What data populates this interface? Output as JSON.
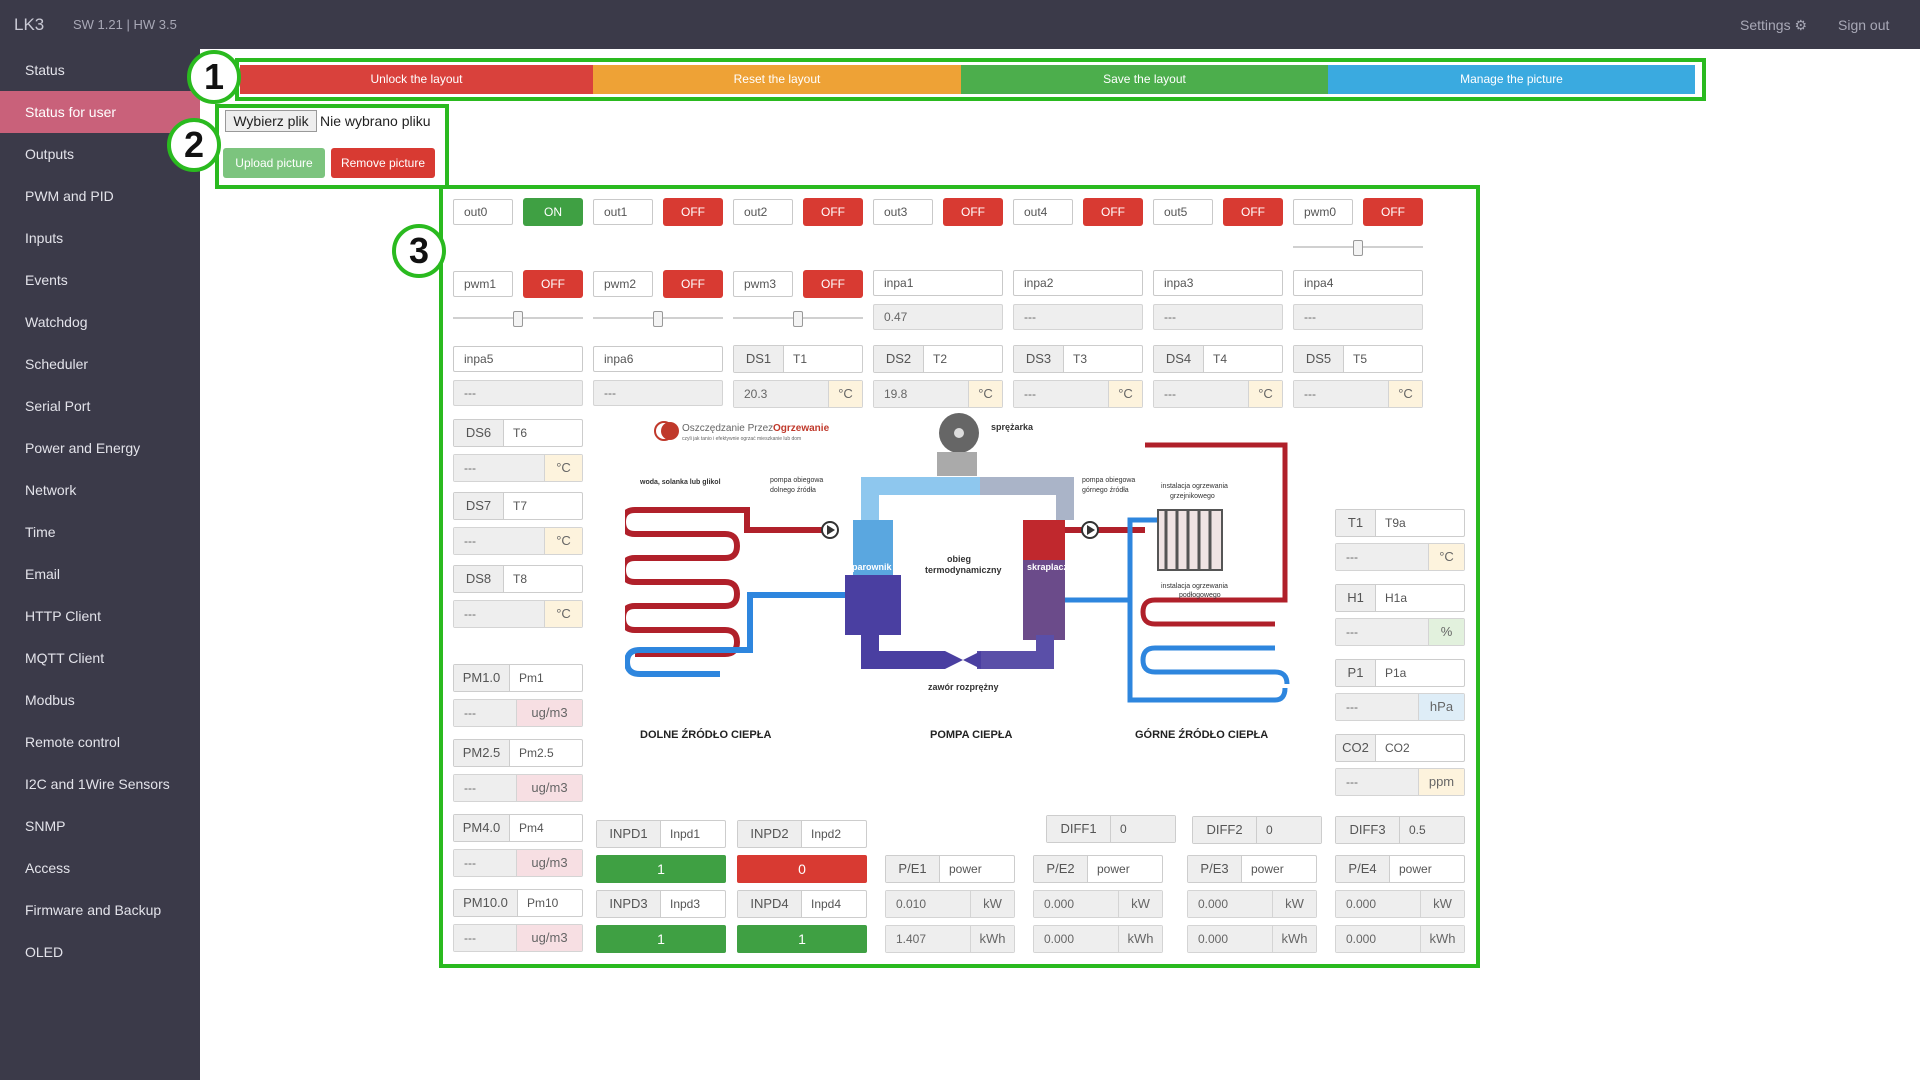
{
  "header": {
    "brand": "LK3",
    "version": "SW 1.21 | HW 3.5",
    "settings": "Settings",
    "signout": "Sign out"
  },
  "sidebar": {
    "items": [
      {
        "label": "Status"
      },
      {
        "label": "Status for user"
      },
      {
        "label": "Outputs"
      },
      {
        "label": "PWM and PID"
      },
      {
        "label": "Inputs"
      },
      {
        "label": "Events"
      },
      {
        "label": "Watchdog"
      },
      {
        "label": "Scheduler"
      },
      {
        "label": "Serial Port"
      },
      {
        "label": "Power and Energy"
      },
      {
        "label": "Network"
      },
      {
        "label": "Time"
      },
      {
        "label": "Email"
      },
      {
        "label": "HTTP Client"
      },
      {
        "label": "MQTT Client"
      },
      {
        "label": "Modbus"
      },
      {
        "label": "Remote control"
      },
      {
        "label": "I2C and 1Wire Sensors"
      },
      {
        "label": "SNMP"
      },
      {
        "label": "Access"
      },
      {
        "label": "Firmware and Backup"
      },
      {
        "label": "OLED"
      }
    ],
    "active_index": 1
  },
  "annotations": {
    "one": "1",
    "two": "2",
    "three": "3"
  },
  "layout_bar": {
    "unlock": "Unlock the layout",
    "reset": "Reset the layout",
    "save": "Save the layout",
    "manage": "Manage the picture"
  },
  "file": {
    "choose": "Wybierz plik",
    "none": "Nie wybrano pliku",
    "upload": "Upload picture",
    "remove": "Remove picture"
  },
  "outputs": [
    {
      "name": "out0",
      "state": "ON"
    },
    {
      "name": "out1",
      "state": "OFF"
    },
    {
      "name": "out2",
      "state": "OFF"
    },
    {
      "name": "out3",
      "state": "OFF"
    },
    {
      "name": "out4",
      "state": "OFF"
    },
    {
      "name": "out5",
      "state": "OFF"
    },
    {
      "name": "pwm0",
      "state": "OFF"
    }
  ],
  "pwm": [
    {
      "name": "pwm1",
      "state": "OFF"
    },
    {
      "name": "pwm2",
      "state": "OFF"
    },
    {
      "name": "pwm3",
      "state": "OFF"
    }
  ],
  "analog": [
    {
      "name": "inpa1",
      "value": "0.47"
    },
    {
      "name": "inpa2",
      "value": "---"
    },
    {
      "name": "inpa3",
      "value": "---"
    },
    {
      "name": "inpa4",
      "value": "---"
    },
    {
      "name": "inpa5",
      "value": "---"
    },
    {
      "name": "inpa6",
      "value": "---"
    }
  ],
  "ds_row": [
    {
      "label": "DS1",
      "name": "T1",
      "value": "20.3",
      "unit": "°C"
    },
    {
      "label": "DS2",
      "name": "T2",
      "value": "19.8",
      "unit": "°C"
    },
    {
      "label": "DS3",
      "name": "T3",
      "value": "---",
      "unit": "°C"
    },
    {
      "label": "DS4",
      "name": "T4",
      "value": "---",
      "unit": "°C"
    },
    {
      "label": "DS5",
      "name": "T5",
      "value": "---",
      "unit": "°C"
    }
  ],
  "ds_col": [
    {
      "label": "DS6",
      "name": "T6",
      "value": "---",
      "unit": "°C"
    },
    {
      "label": "DS7",
      "name": "T7",
      "value": "---",
      "unit": "°C"
    },
    {
      "label": "DS8",
      "name": "T8",
      "value": "---",
      "unit": "°C"
    }
  ],
  "pm": [
    {
      "label": "PM1.0",
      "name": "Pm1",
      "value": "---",
      "unit": "ug/m3"
    },
    {
      "label": "PM2.5",
      "name": "Pm2.5",
      "value": "---",
      "unit": "ug/m3"
    },
    {
      "label": "PM4.0",
      "name": "Pm4",
      "value": "---",
      "unit": "ug/m3"
    },
    {
      "label": "PM10.0",
      "name": "Pm10",
      "value": "---",
      "unit": "ug/m3"
    }
  ],
  "env": [
    {
      "label": "T1",
      "name": "T9a",
      "value": "---",
      "unit": "°C"
    },
    {
      "label": "H1",
      "name": "H1a",
      "value": "---",
      "unit": "%"
    },
    {
      "label": "P1",
      "name": "P1a",
      "value": "---",
      "unit": "hPa"
    },
    {
      "label": "CO2",
      "name": "CO2",
      "value": "---",
      "unit": "ppm"
    }
  ],
  "inpd": [
    {
      "label": "INPD1",
      "name": "Inpd1",
      "value": "1",
      "color": "#3fa043"
    },
    {
      "label": "INPD2",
      "name": "Inpd2",
      "value": "0",
      "color": "#d83a32"
    },
    {
      "label": "INPD3",
      "name": "Inpd3",
      "value": "1",
      "color": "#3fa043"
    },
    {
      "label": "INPD4",
      "name": "Inpd4",
      "value": "1",
      "color": "#3fa043"
    }
  ],
  "diff": [
    {
      "label": "DIFF1",
      "value": "0"
    },
    {
      "label": "DIFF2",
      "value": "0"
    },
    {
      "label": "DIFF3",
      "value": "0.5"
    }
  ],
  "power": [
    {
      "label": "P/E1",
      "name": "power",
      "kw": "0.010",
      "kwh": "1.407"
    },
    {
      "label": "P/E2",
      "name": "power",
      "kw": "0.000",
      "kwh": "0.000"
    },
    {
      "label": "P/E3",
      "name": "power",
      "kw": "0.000",
      "kwh": "0.000"
    },
    {
      "label": "P/E4",
      "name": "power",
      "kw": "0.000",
      "kwh": "0.000"
    }
  ],
  "units": {
    "kw": "kW",
    "kwh": "kWh"
  },
  "diagram": {
    "logo_main": "Oszczędzanie Przez",
    "logo_accent": "Ogrzewanie",
    "logo_sub": "czyli jak tanio i efektywnie ogrzać mieszkanie lub dom",
    "compressor": "sprężarka",
    "source_fluid": "woda, solanka lub glikol",
    "pump_low_1": "pompa obiegowa",
    "pump_low_2": "dolnego źródła",
    "pump_high_1": "pompa obiegowa",
    "pump_high_2": "górnego źródła",
    "radiator_1": "instalacja ogrzewania",
    "radiator_2": "grzejnikowego",
    "floor_1": "instalacja ogrzewania",
    "floor_2": "podłogowego",
    "evaporator": "parownik",
    "condenser": "skraplacz",
    "cycle_1": "obieg",
    "cycle_2": "termodynamiczny",
    "valve": "zawór rozprężny",
    "lower_source": "DOLNE ŹRÓDŁO CIEPŁA",
    "heat_pump": "POMPA CIEPŁA",
    "upper_source": "GÓRNE ŹRÓDŁO CIEPŁA"
  }
}
